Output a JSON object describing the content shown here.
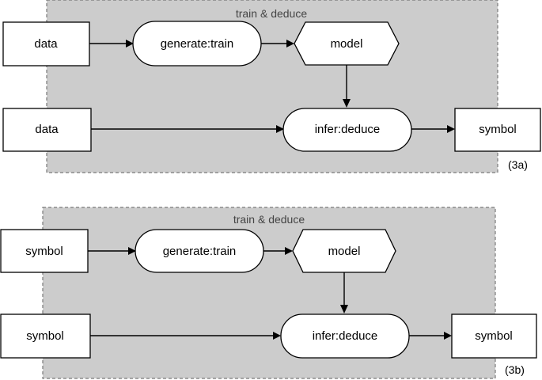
{
  "diagrams": [
    {
      "id": "3a",
      "group_label": "train & deduce",
      "figure_label": "(3a)",
      "nodes": {
        "input_top": "data",
        "generate": "generate:train",
        "model": "model",
        "input_bottom": "data",
        "infer": "infer:deduce",
        "output": "symbol"
      }
    },
    {
      "id": "3b",
      "group_label": "train & deduce",
      "figure_label": "(3b)",
      "nodes": {
        "input_top": "symbol",
        "generate": "generate:train",
        "model": "model",
        "input_bottom": "symbol",
        "infer": "infer:deduce",
        "output": "symbol"
      }
    }
  ]
}
